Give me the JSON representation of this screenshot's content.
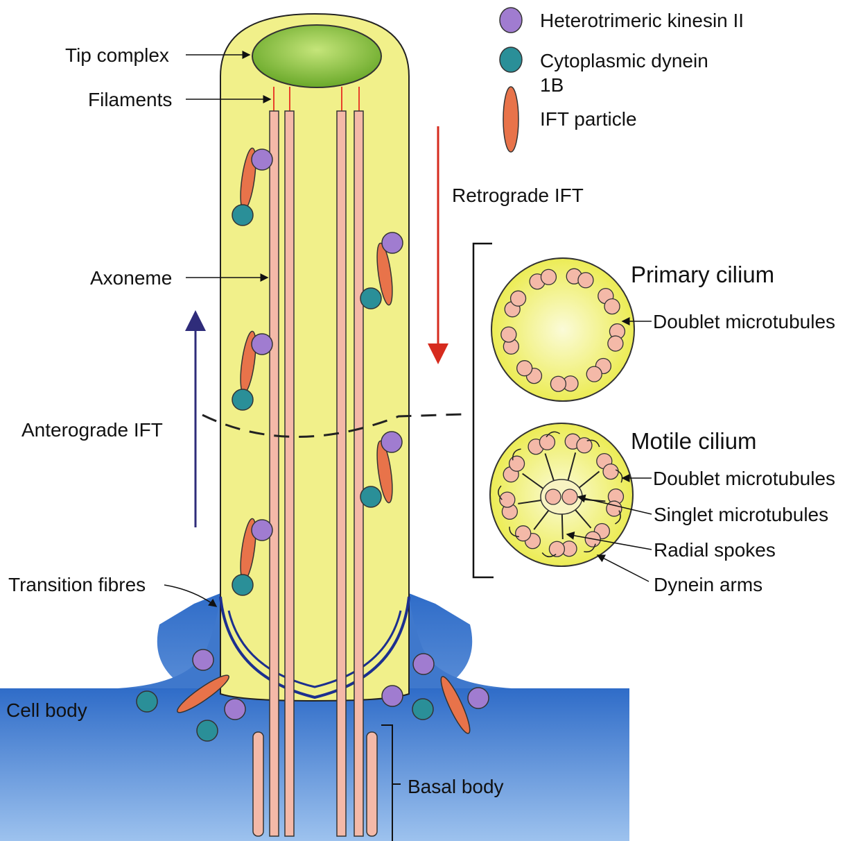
{
  "legend": {
    "kinesin": "Heterotrimeric kinesin II",
    "dynein_line1": "Cytoplasmic dynein",
    "dynein_line2": "1B",
    "ift_particle": "IFT particle"
  },
  "labels": {
    "tip_complex": "Tip complex",
    "filaments": "Filaments",
    "axoneme": "Axoneme",
    "anterograde": "Anterograde IFT",
    "retrograde": "Retrograde IFT",
    "transition_fibres": "Transition fibres",
    "cell_body": "Cell body",
    "basal_body": "Basal body"
  },
  "primary_cilium": {
    "title": "Primary cilium",
    "doublet": "Doublet microtubules"
  },
  "motile_cilium": {
    "title": "Motile cilium",
    "doublet": "Doublet microtubules",
    "singlet": "Singlet microtubules",
    "radial": "Radial spokes",
    "dynein_arms": "Dynein arms"
  },
  "colors": {
    "cilium_fill": "#f1f08a",
    "cell_body": "#4a86d6",
    "kinesin": "#a07cd0",
    "dynein": "#2a8f98",
    "ift": "#e8734a",
    "microtubule": "#f4b9a8",
    "tip": "#8cc63f",
    "retrograde_arrow": "#d62b1e",
    "anterograde_arrow": "#2f2c7a"
  }
}
